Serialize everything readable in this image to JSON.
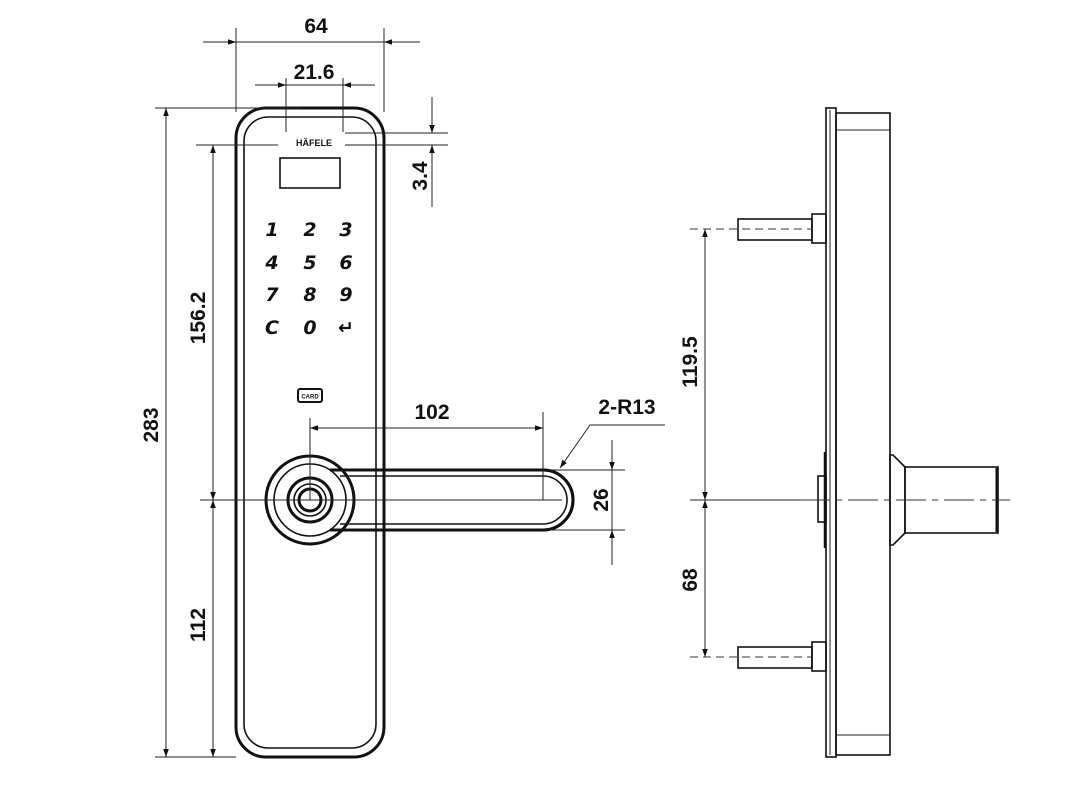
{
  "drawing": {
    "brand_logo": "HÄFELE",
    "card_label": "CARD",
    "keypad": [
      "1",
      "2",
      "3",
      "4",
      "5",
      "6",
      "7",
      "8",
      "9",
      "C",
      "0",
      "↵"
    ],
    "dimensions": {
      "overall_width": "64",
      "logo_width": "21.6",
      "logo_offset": "3.4",
      "overall_height": "283",
      "upper_to_handle": "156.2",
      "lower_from_handle": "112",
      "handle_length": "102",
      "handle_radius": "2-R13",
      "handle_height": "26",
      "upper_fixing": "119.5",
      "lower_fixing": "68"
    }
  }
}
